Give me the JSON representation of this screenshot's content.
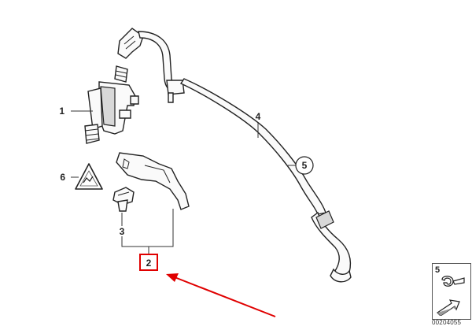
{
  "callouts": {
    "c1": "1",
    "c2": "2",
    "c3": "3",
    "c4": "4",
    "c5": "5",
    "c6": "6"
  },
  "legend": {
    "number": "5",
    "code": "00204055"
  },
  "colors": {
    "highlight_box": "#e00000",
    "arrow": "#e00000",
    "lines": "#222222"
  },
  "icons": [
    "hose-clamp-icon",
    "direction-arrow-icon",
    "warning-triangle-icon"
  ]
}
